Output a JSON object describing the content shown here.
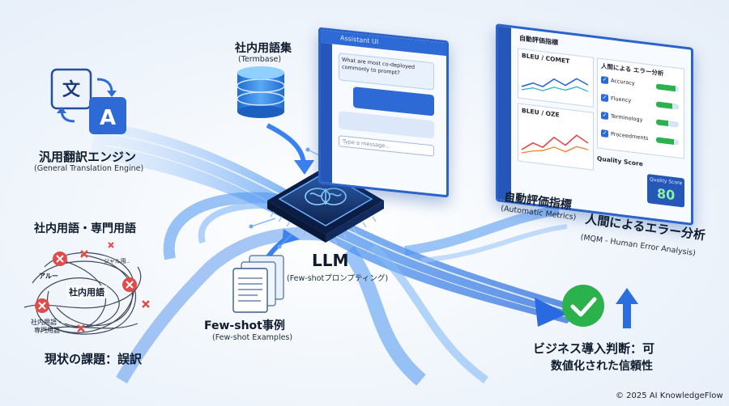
{
  "left": {
    "engine_jp": "汎用翻訳エンジン",
    "engine_en": "(General Translation Engine)",
    "problem_title": "社内用語・専門用語",
    "tangle_center": "社内用語",
    "tangle_lower": "社内用語・\n専門用語",
    "tangle_side": "アルー",
    "tangle_side2": "ジャル用..",
    "problem_caption": "現状の課題：誤訳"
  },
  "termbase": {
    "jp": "社内用語集",
    "en": "(Termbase)"
  },
  "assistant": {
    "title": "Assistant UI",
    "bubble1": "What are most co-deployed\ncommonly to prompt?",
    "input_placeholder": "Type a message..."
  },
  "llm": {
    "title": "LLM",
    "subtitle": "(Few-shotプロンプティング)"
  },
  "fewshot": {
    "jp": "Few-shot事例",
    "en": "(Few-shot Examples)"
  },
  "metrics_screen": {
    "header": "自動評価指標",
    "bleu_comet": "BLEU / COMET",
    "bleu_ozz": "BLEU / OZE",
    "human_title": "人間による エラー分析",
    "checks": [
      "Accuracy",
      "Fluency",
      "Terminology",
      "Proceedments"
    ],
    "quality_label": "Quality Score",
    "quality_badge_label": "Quality Score",
    "quality_value": "80"
  },
  "auto_metrics": {
    "jp": "自動評価指標",
    "en": "(Automatic Metrics)"
  },
  "human_analysis": {
    "jp": "人間によるエラー分析",
    "en": "(MQM - Human Error Analysis)"
  },
  "result": {
    "line1": "ビジネス導入判断：可",
    "line2": "数値化された信頼性"
  },
  "copyright": "© 2025 AI KnowledgeFlow",
  "colors": {
    "accent": "#2a63c9",
    "flow": "#3f8ef0",
    "check": "#2bb24c",
    "error": "#e14b4b"
  }
}
